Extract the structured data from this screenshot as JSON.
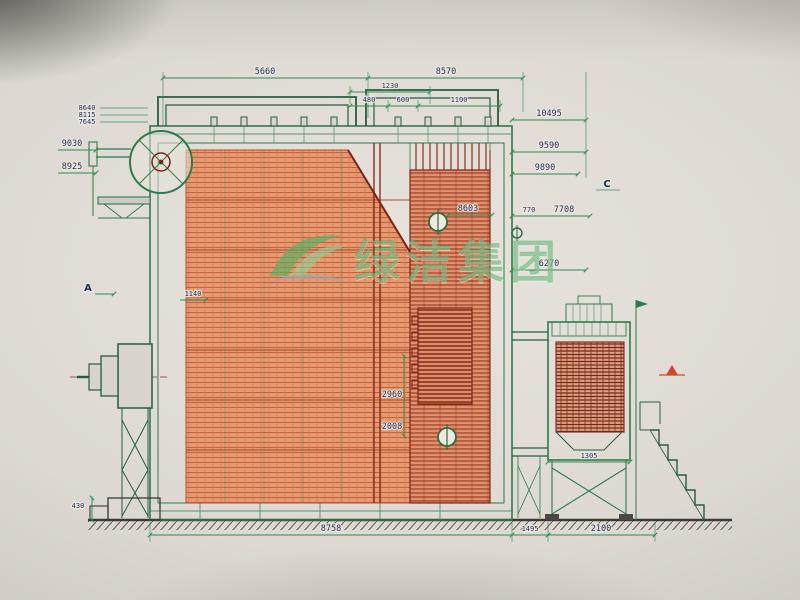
{
  "colors": {
    "paper": "#ddd9d2",
    "structure_green": "#2f7a4a",
    "pipe_green": "#275c41",
    "furnace_fill": "#e79a72",
    "rear_fill": "#e2906b",
    "econ_fill": "#d8a281",
    "hatch_red": "#c2603a",
    "tube_dark_red": "#7a2418",
    "dim_line_green": "#2f8a50",
    "dim_text_navy": "#20315a",
    "watermark_green": "#49a55b",
    "marker_red": "#cf4a2a"
  },
  "watermark": {
    "text": "绿洁集团"
  },
  "markers": {
    "a": "A",
    "c": "C"
  },
  "dims": {
    "t1": "5660",
    "t2": "8570",
    "t3": "1230",
    "t4": "480",
    "t5": "600",
    "t6": "1100",
    "r1": "10495",
    "r2": "9590",
    "r3": "9890",
    "r4": "770",
    "r5": "7708",
    "r6": "6270",
    "l1": "8640",
    "l2": "8115",
    "l3": "7645",
    "l4": "9030",
    "l5": "8925",
    "l6": "430",
    "m1": "8603",
    "m2": "1140",
    "m3": "2960",
    "m4": "2008",
    "b1": "8758",
    "b2": "1495",
    "b3": "2100",
    "b4": "1305"
  }
}
